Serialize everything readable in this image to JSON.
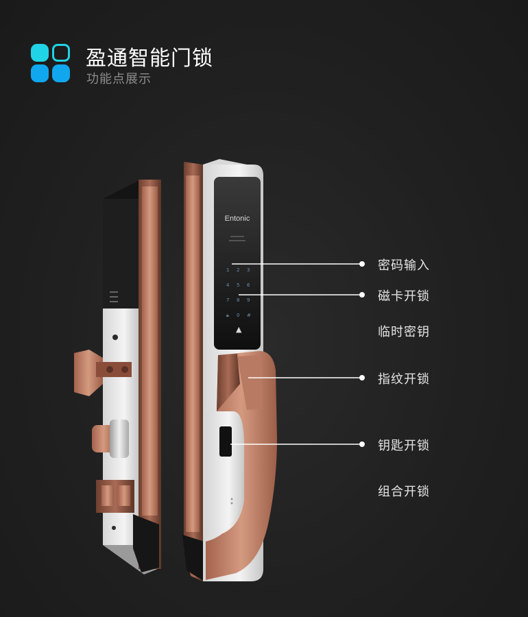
{
  "header": {
    "title": "盈通智能门锁",
    "subtitle": "功能点展示"
  },
  "product": {
    "brand": "Entonic"
  },
  "features": [
    {
      "label": "密码输入"
    },
    {
      "label": "磁卡开锁"
    },
    {
      "label": "临时密钥"
    },
    {
      "label": "指纹开锁"
    },
    {
      "label": "钥匙开锁"
    },
    {
      "label": "组合开锁"
    }
  ],
  "colors": {
    "accent_cyan": "#21d3e6",
    "accent_blue": "#11a7ef",
    "copper": "#c98a70",
    "background": "#222222"
  }
}
